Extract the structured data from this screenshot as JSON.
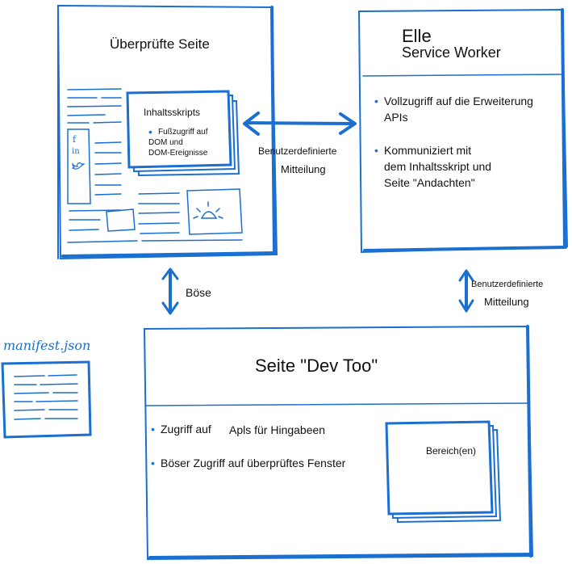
{
  "inspected_page": {
    "title": "Überprüfte Seite",
    "content_scripts": {
      "title": "Inhaltsskripts",
      "bullet_line1": "Fußzugriff auf",
      "bullet_line2": "DOM und",
      "bullet_line3": "DOM-Ereignisse"
    },
    "social_icons": [
      "f",
      "in",
      "bird"
    ]
  },
  "service_worker": {
    "title_line1": "Elle",
    "title_line2": "Service Worker",
    "bullets": [
      {
        "line1": "Vollzugriff auf die Erweiterung",
        "line2": "APIs"
      },
      {
        "line1": "Kommuniziert mit",
        "line2": "dem Inhaltsskript und",
        "line3": "Seite \"Andachten\""
      }
    ]
  },
  "arrows": {
    "horizontal_label_line1": "Benutzerdefinierte",
    "horizontal_label_line2": "Mitteilung",
    "left_vertical_label": "Böse",
    "right_vertical_label_line1": "Benutzerdefinierte",
    "right_vertical_label_line2": "Mitteilung"
  },
  "manifest": {
    "label": "manifest.json"
  },
  "devtools_page": {
    "title": "Seite \"Dev Too\"",
    "bullet1_a": "Zugriff auf",
    "bullet1_b": "Apls für Hingabeen",
    "bullet2": "Böser Zugriff auf überprüftes Fenster",
    "panels_label": "Bereich(en)"
  },
  "colors": {
    "sketch_blue": "#1a6fd0",
    "ink": "#111111"
  }
}
